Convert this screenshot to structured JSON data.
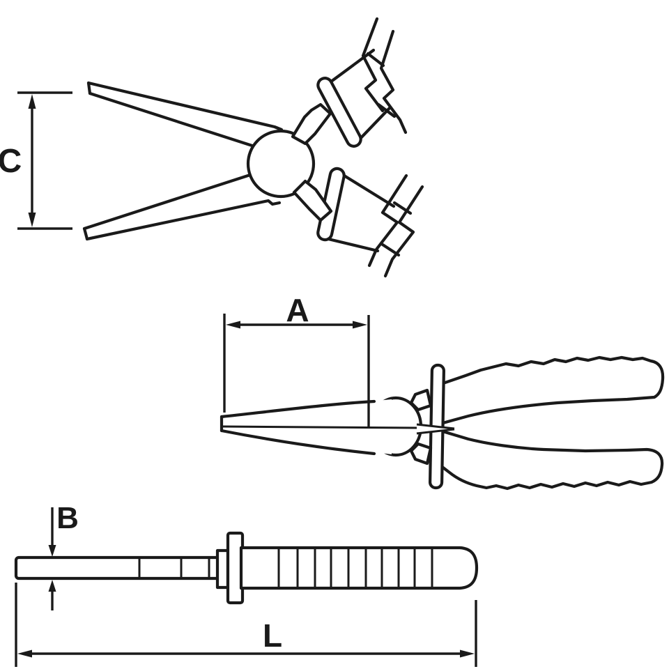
{
  "diagram": {
    "subject": "pliers-dimensional-drawing",
    "views": {
      "top": "open-pliers-jaw-opening-view",
      "middle": "closed-pliers-top-view",
      "bottom": "closed-pliers-side-profile-view"
    },
    "dimension_labels": {
      "c": "C",
      "a": "A",
      "b": "B",
      "l": "L"
    },
    "colors": {
      "line": "#1a1a1a",
      "background": "#ffffff"
    }
  }
}
